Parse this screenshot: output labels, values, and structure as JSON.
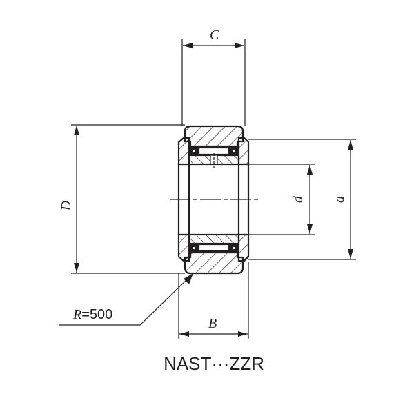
{
  "diagram": {
    "type": "bearing-cross-section",
    "title": "NAST···ZZR",
    "dimensions": {
      "C": "C",
      "B": "B",
      "D": "D",
      "d": "d",
      "a": "a"
    },
    "radius_label": {
      "symbol": "R",
      "equals": "=",
      "value": "500"
    },
    "colors": {
      "line": "#231f20",
      "background": "#ffffff"
    }
  }
}
